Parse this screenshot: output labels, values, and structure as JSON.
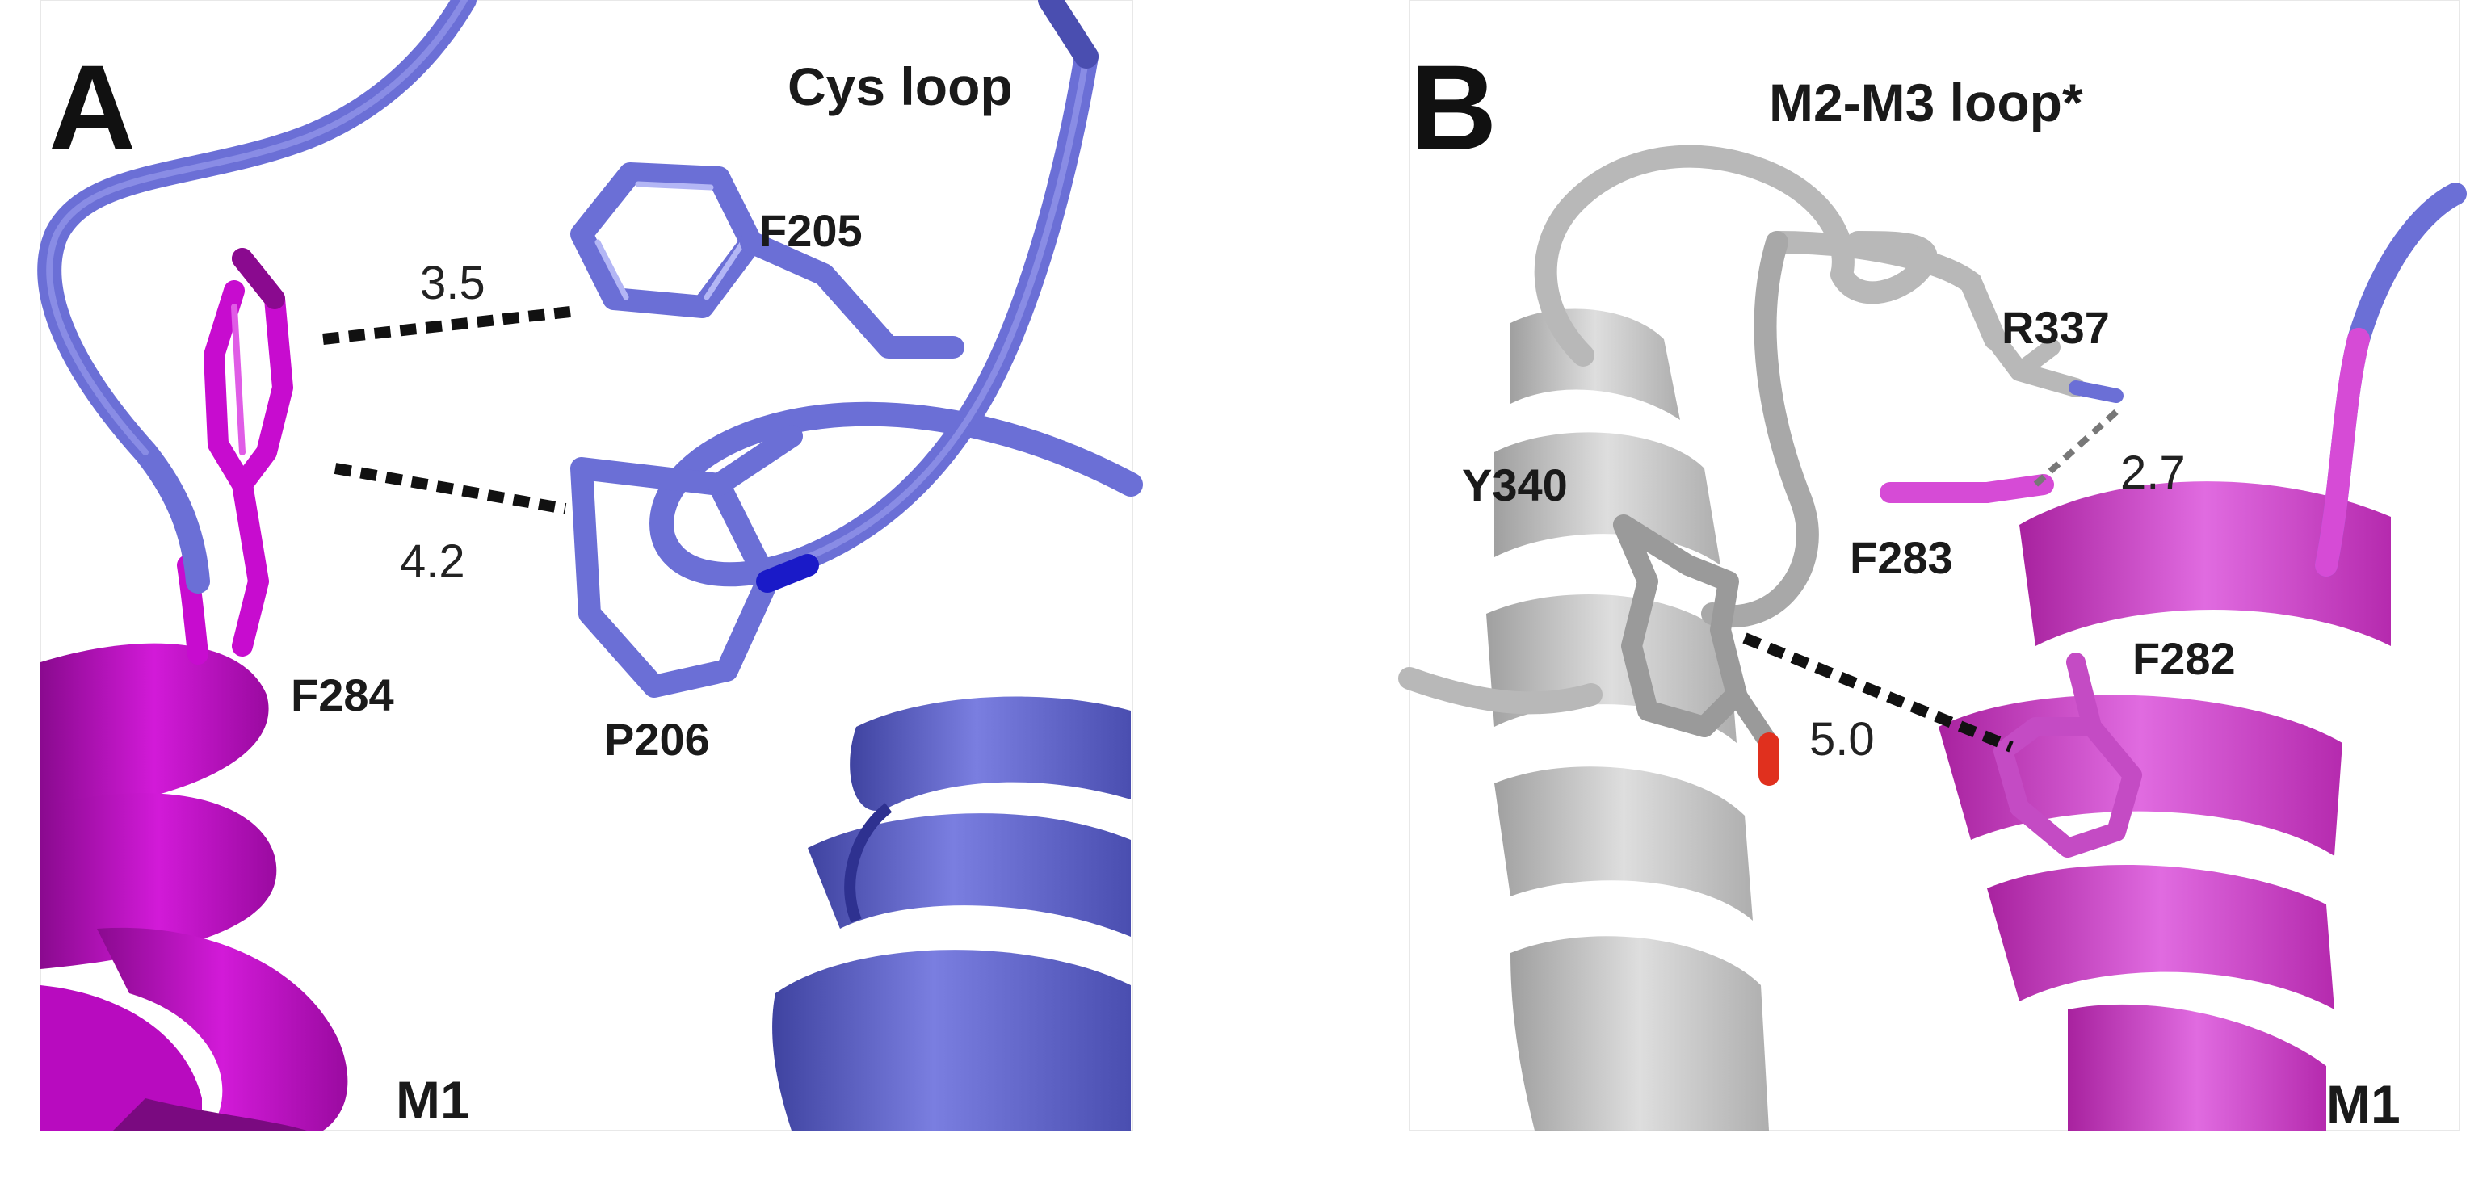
{
  "figure": {
    "panels": [
      {
        "letter": "A",
        "region_label": "Cys loop",
        "helix_label": "M1",
        "residues": [
          "F205",
          "F284",
          "P206"
        ],
        "distances": [
          "3.5",
          "4.2"
        ]
      },
      {
        "letter": "B",
        "region_label": "M2-M3 loop*",
        "helix_label": "M1",
        "residues": [
          "R337",
          "Y340",
          "F283",
          "F282"
        ],
        "distances": [
          "2.7",
          "5.0"
        ]
      }
    ]
  },
  "colors": {
    "background": "#ffffff",
    "slate_blue": "#6b6fd6",
    "slate_dark": "#3f43a0",
    "magenta": "#c70ccf",
    "magenta_dark": "#8a0a8f",
    "light_magenta": "#d64bd6",
    "gray": "#b8b8b8",
    "gray_dark": "#7d7d7d",
    "oxygen_red": "#e0301e",
    "nitrogen_blue": "#1010c8"
  }
}
